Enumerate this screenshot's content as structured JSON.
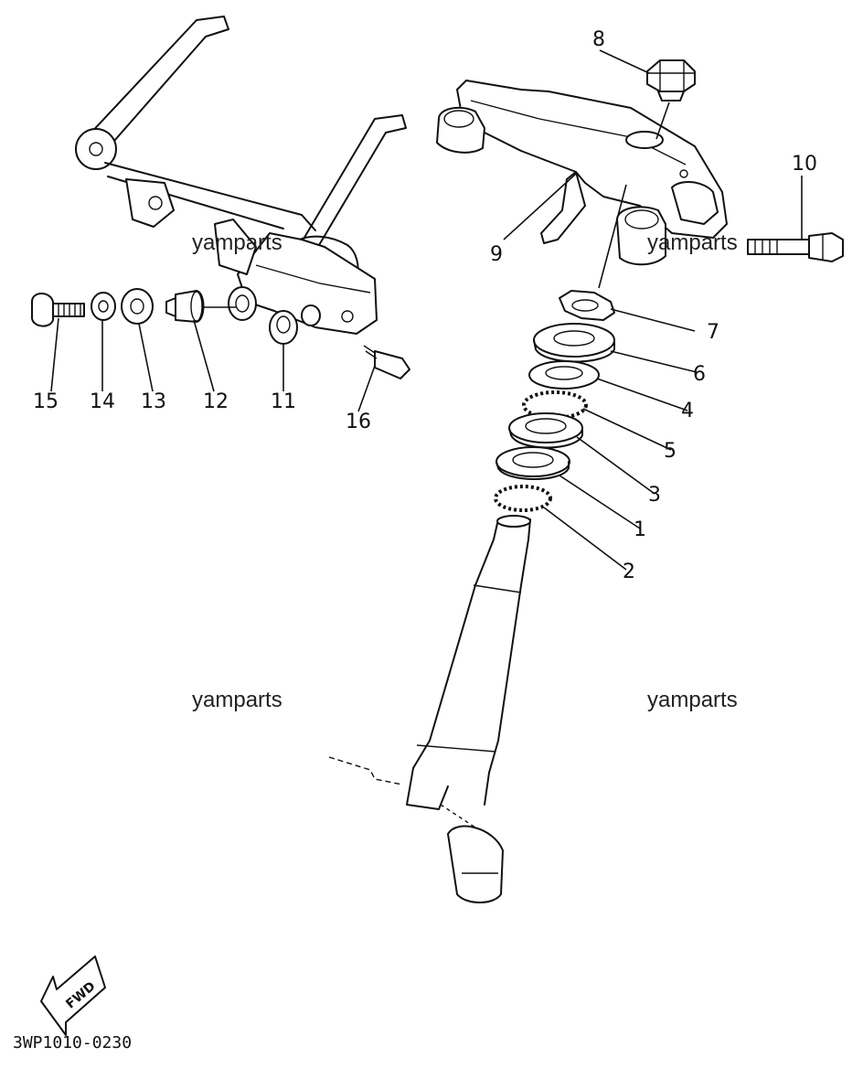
{
  "diagram": {
    "callouts": [
      "1",
      "2",
      "3",
      "4",
      "5",
      "6",
      "7",
      "8",
      "9",
      "10",
      "11",
      "12",
      "13",
      "14",
      "15",
      "16"
    ],
    "watermark": "yamparts",
    "code": "3WP1010-0230",
    "fwd_label": "FWD"
  }
}
